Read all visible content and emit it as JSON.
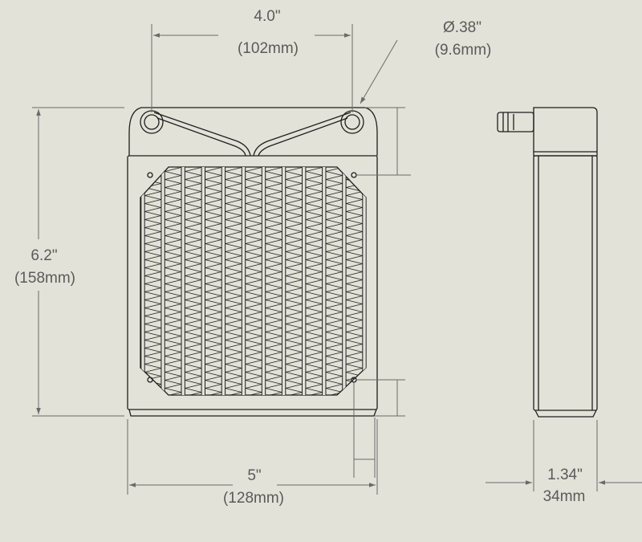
{
  "colors": {
    "background": "#e3e2d8",
    "outline": "#1e1e1e",
    "dimension": "#6a6a6a",
    "text": "#5a5a5a"
  },
  "dimensions": {
    "top_width": {
      "value": "4.0\"",
      "metric": "(102mm)"
    },
    "port_diameter": {
      "symbol": "Ø",
      "value": ".38\"",
      "metric": "(9.6mm)"
    },
    "height": {
      "value": "6.2\"",
      "metric": "(158mm)"
    },
    "bottom_width": {
      "value": "5\"",
      "metric": "(128mm)"
    },
    "depth": {
      "value": "1.34\"",
      "metric": "34mm"
    }
  },
  "fin_rows": 11
}
